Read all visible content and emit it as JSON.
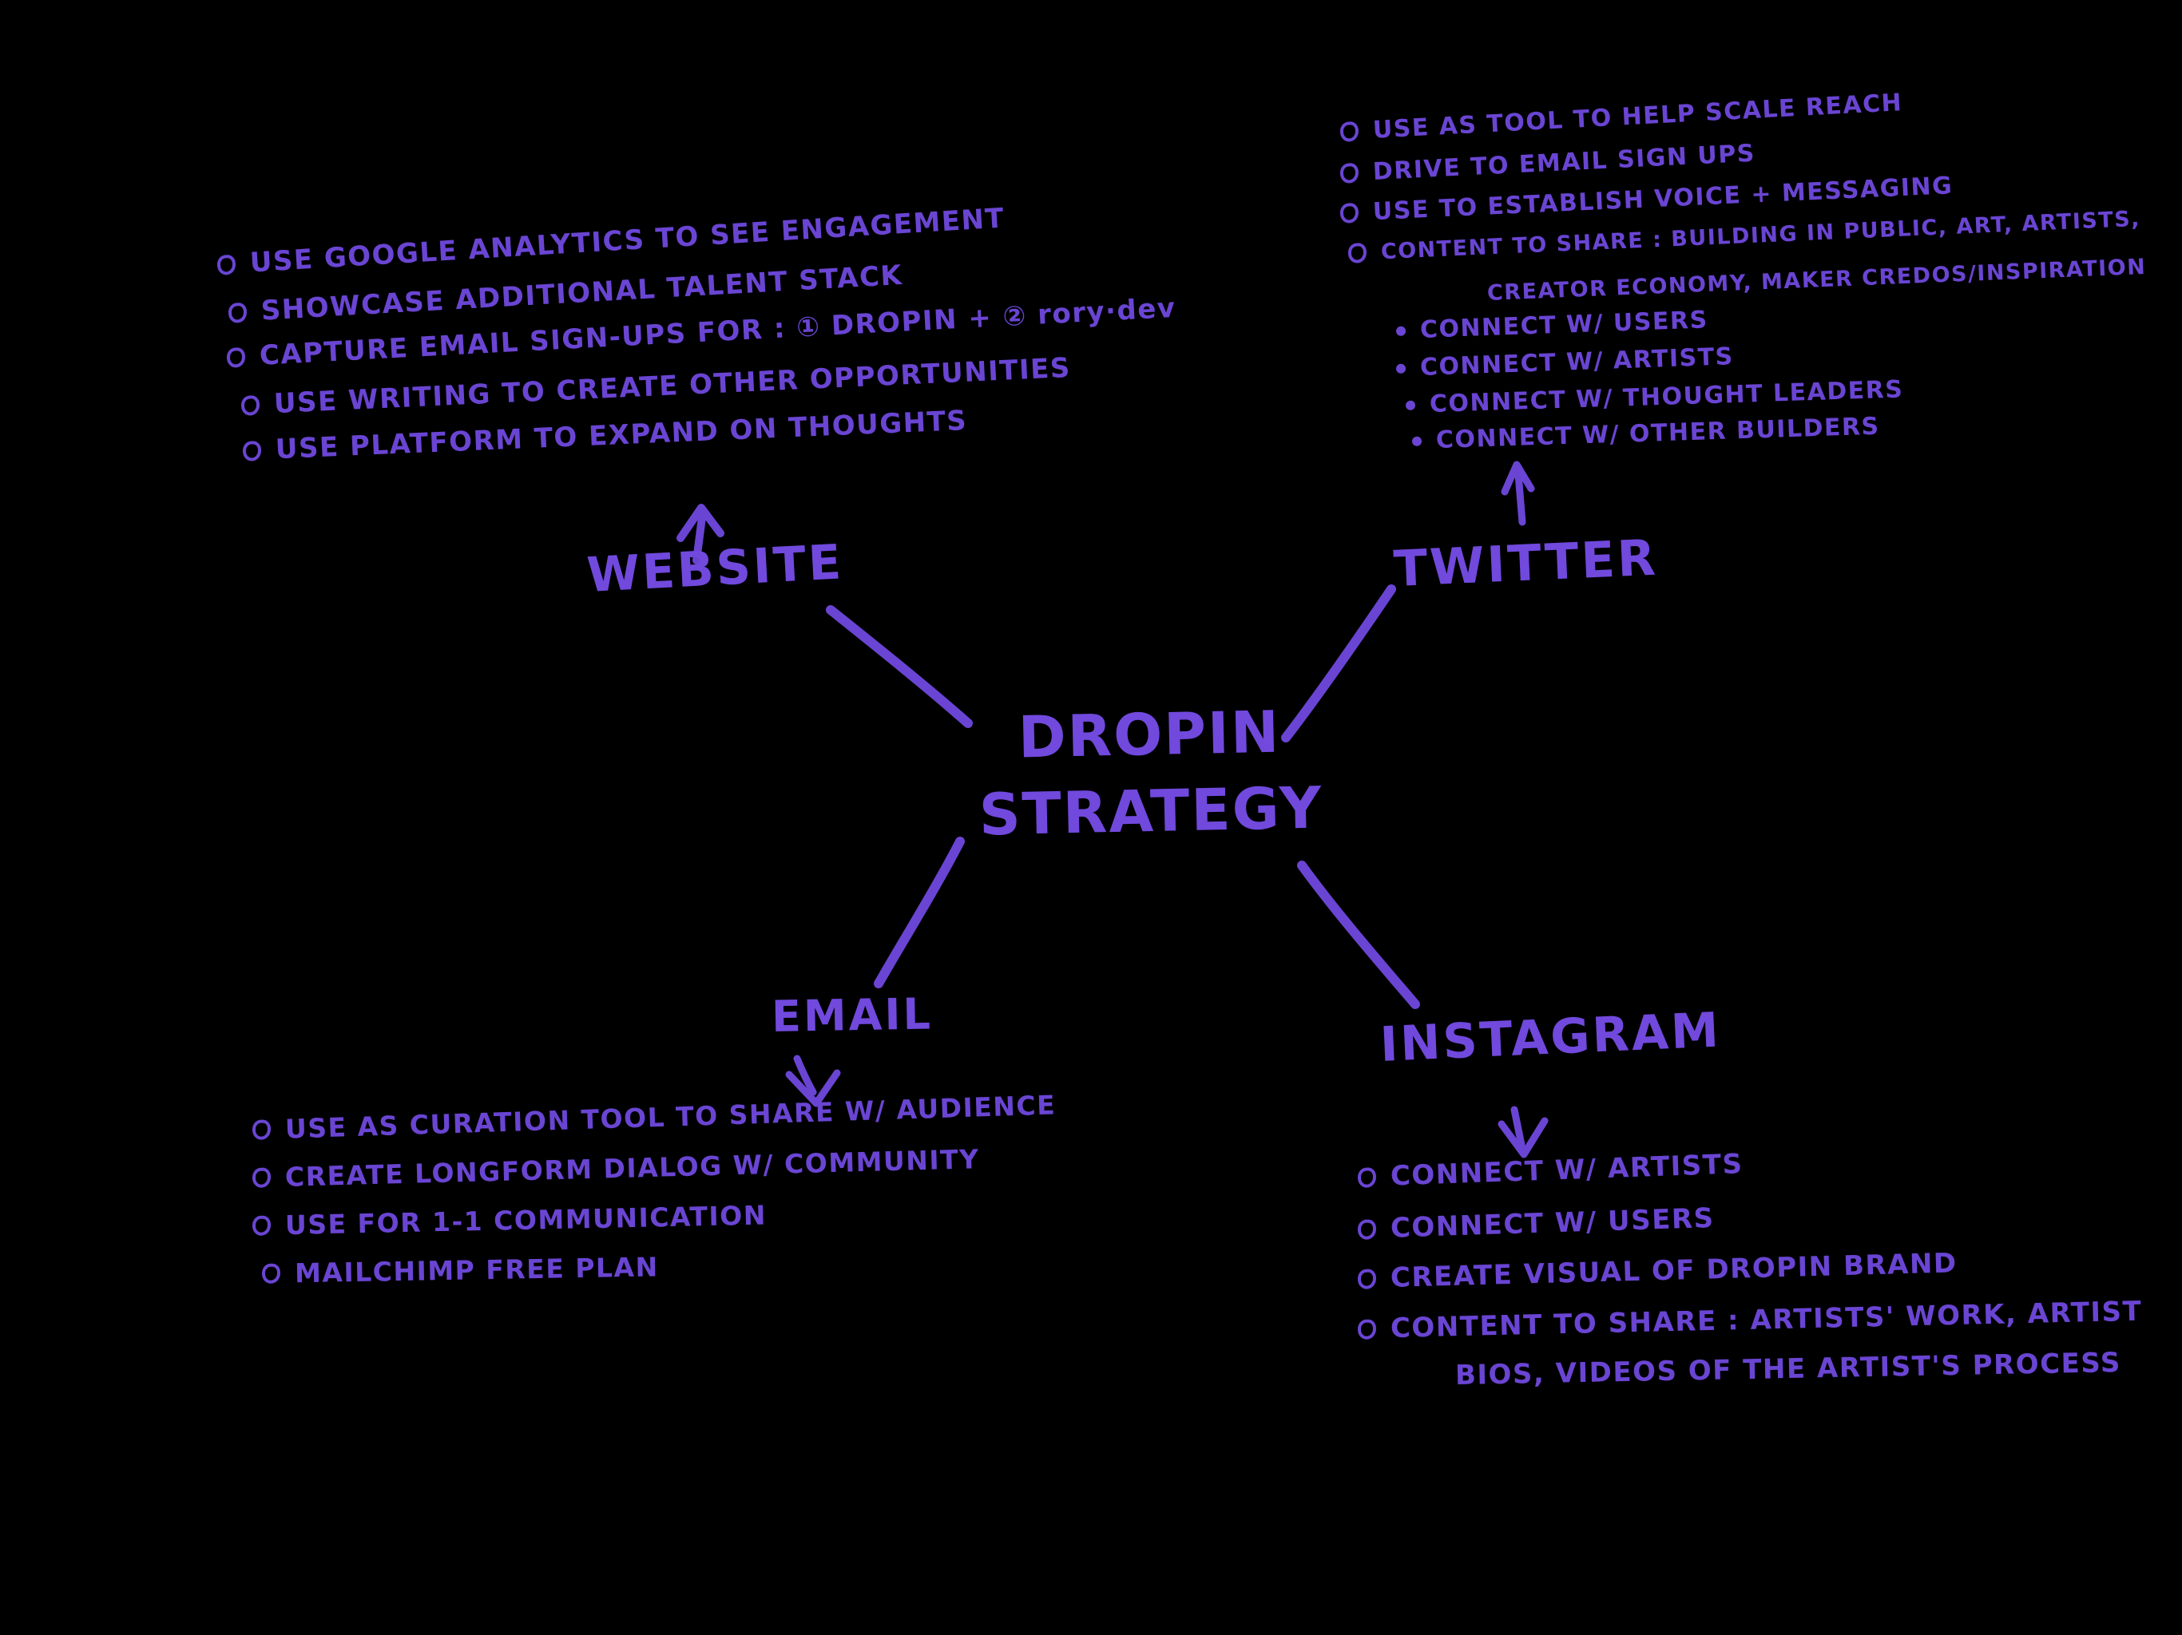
{
  "board": {
    "background": "#000000",
    "ink": "#6a45d3",
    "ink_bright": "#7149dd",
    "title": "DROPIN STRATEGY mind map"
  },
  "center": {
    "line1": "DROPIN",
    "line2": "STRATEGY"
  },
  "website": {
    "label": "WEBSITE",
    "notes": [
      "USE GOOGLE ANALYTICS TO SEE ENGAGEMENT",
      "SHOWCASE ADDITIONAL TALENT STACK",
      "CAPTURE EMAIL SIGN-UPS FOR : ① DROPIN + ② rory·dev",
      "USE WRITING TO CREATE OTHER OPPORTUNITIES",
      "USE PLATFORM TO EXPAND ON THOUGHTS"
    ]
  },
  "twitter": {
    "label": "TWITTER",
    "notes": [
      "USE AS TOOL TO HELP SCALE REACH",
      "DRIVE TO EMAIL SIGN UPS",
      "USE TO ESTABLISH VOICE + MESSAGING",
      "CONTENT TO SHARE : BUILDING IN PUBLIC, ART, ARTISTS,",
      "CREATOR ECONOMY, MAKER CREDOS/INSPIRATION",
      "CONNECT W/ USERS",
      "CONNECT W/ ARTISTS",
      "CONNECT W/ THOUGHT LEADERS",
      "CONNECT W/ OTHER BUILDERS"
    ]
  },
  "email": {
    "label": "EMAIL",
    "notes": [
      "USE AS CURATION TOOL TO SHARE W/ AUDIENCE",
      "CREATE LONGFORM DIALOG W/ COMMUNITY",
      "USE FOR 1-1 COMMUNICATION",
      "MAILCHIMP FREE PLAN"
    ]
  },
  "instagram": {
    "label": "INSTAGRAM",
    "notes": [
      "CONNECT W/ ARTISTS",
      "CONNECT W/ USERS",
      "CREATE VISUAL OF DROPIN BRAND",
      "CONTENT TO SHARE : ARTISTS' WORK, ARTIST",
      "BIOS, VIDEOS OF THE ARTIST'S PROCESS"
    ]
  }
}
